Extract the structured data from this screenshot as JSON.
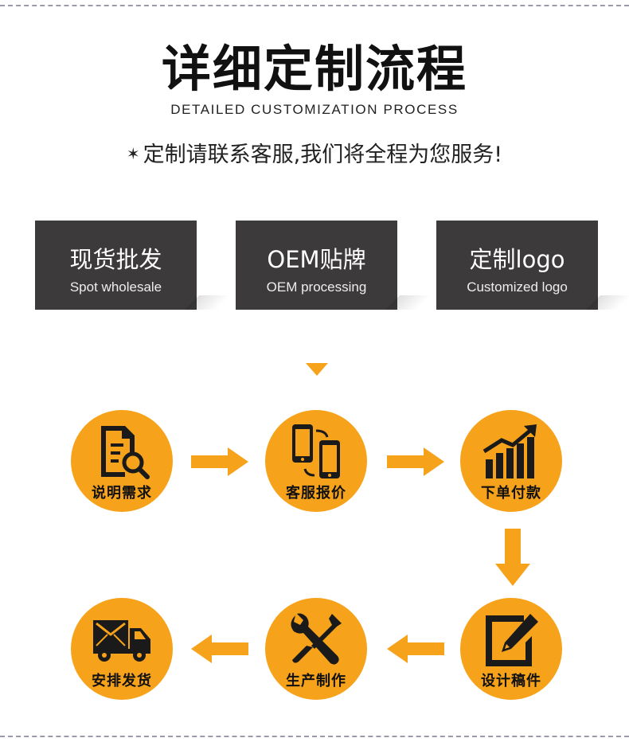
{
  "header": {
    "title": "详细定制流程",
    "subtitle": "DETAILED CUSTOMIZATION PROCESS",
    "tagline_star": "✶",
    "tagline": "定制请联系客服,我们将全程为您服务!"
  },
  "options": [
    {
      "title": "现货批发",
      "subtitle": "Spot wholesale"
    },
    {
      "title": "OEM贴牌",
      "subtitle": "OEM processing"
    },
    {
      "title": "定制logo",
      "subtitle": "Customized logo"
    }
  ],
  "steps": [
    {
      "label": "说明需求",
      "icon": "document-search-icon"
    },
    {
      "label": "客服报价",
      "icon": "phones-icon"
    },
    {
      "label": "下单付款",
      "icon": "growth-chart-icon"
    },
    {
      "label": "设计稿件",
      "icon": "edit-pencil-icon"
    },
    {
      "label": "生产制作",
      "icon": "tools-icon"
    },
    {
      "label": "安排发货",
      "icon": "delivery-truck-icon"
    }
  ],
  "colors": {
    "accent": "#f6a21b",
    "card_bg": "#3c3a3b",
    "text": "#111111"
  }
}
